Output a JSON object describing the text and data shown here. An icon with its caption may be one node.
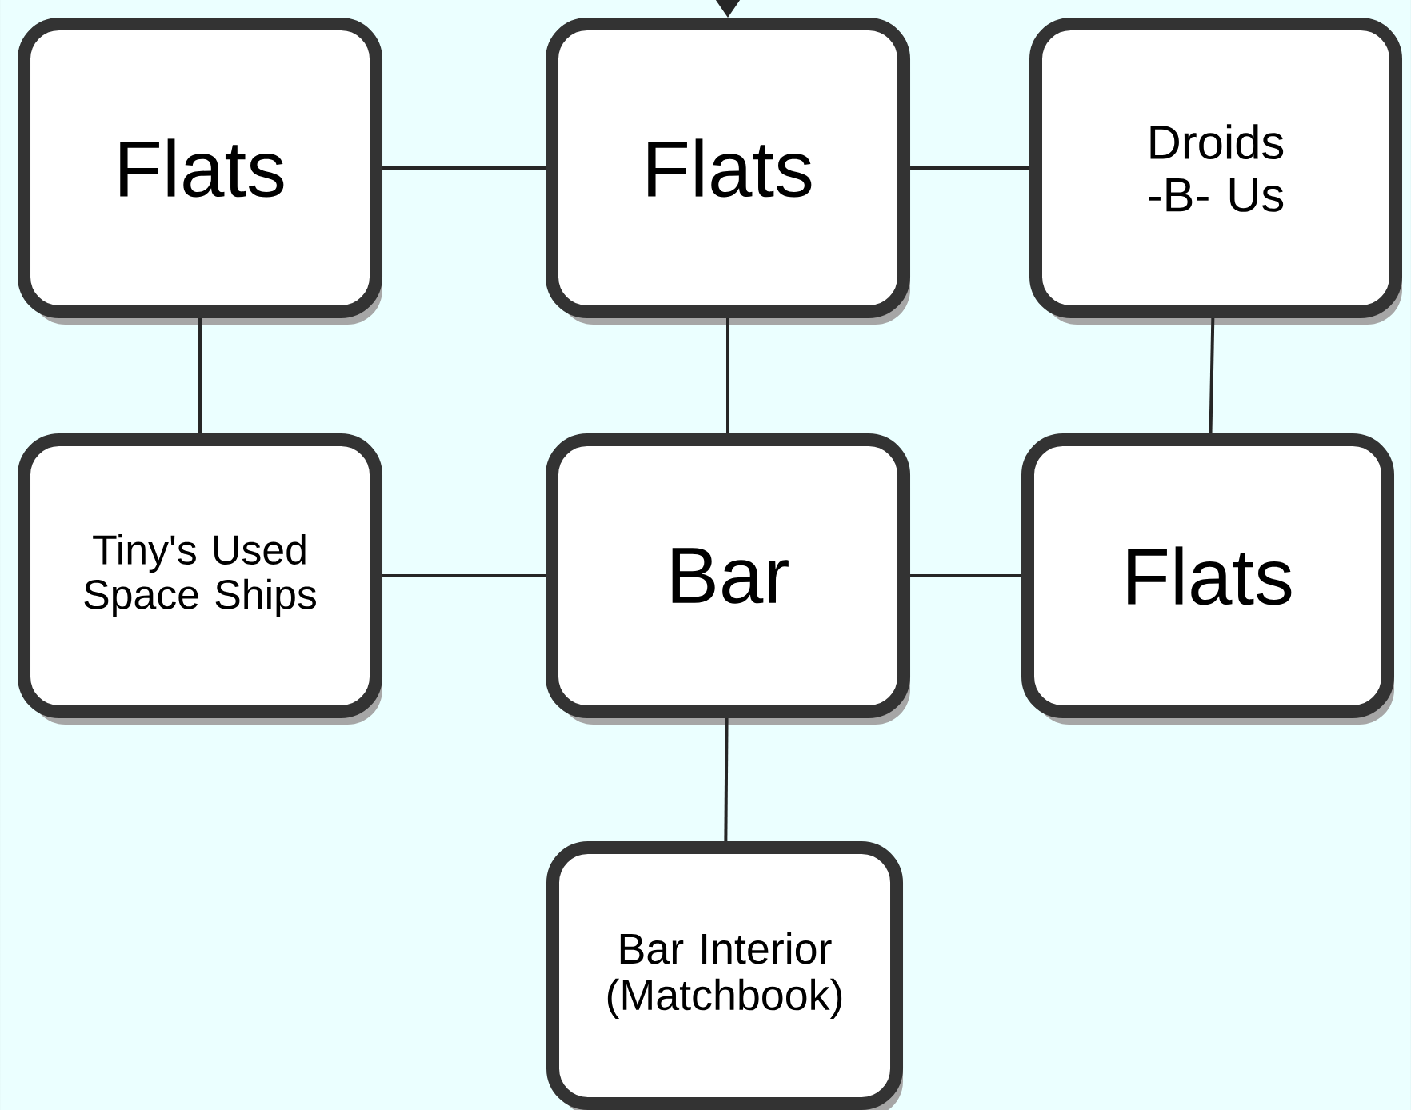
{
  "diagram": {
    "nodes": [
      {
        "text": [
          "Flats"
        ]
      },
      {
        "text": [
          "Flats"
        ]
      },
      {
        "text": [
          "Droids -B- Us"
        ]
      },
      {
        "text": [
          "Tiny's Used Space Ships"
        ]
      },
      {
        "text": [
          "Bar"
        ]
      },
      {
        "text": [
          "Flats"
        ]
      },
      {
        "text": [
          "Bar Interior (Matchbook)"
        ]
      }
    ],
    "edges": [
      {
        "from": null,
        "to": 1,
        "arrow": "to"
      },
      {
        "from": 0,
        "to": 1,
        "arrow": "none"
      },
      {
        "from": 1,
        "to": 2,
        "arrow": "none"
      },
      {
        "from": 0,
        "to": 3,
        "arrow": "none"
      },
      {
        "from": 1,
        "to": 4,
        "arrow": "none"
      },
      {
        "from": 2,
        "to": 5,
        "arrow": "none"
      },
      {
        "from": 3,
        "to": 4,
        "arrow": "none"
      },
      {
        "from": 4,
        "to": 5,
        "arrow": "none"
      },
      {
        "from": 4,
        "to": 6,
        "arrow": "none"
      }
    ]
  }
}
